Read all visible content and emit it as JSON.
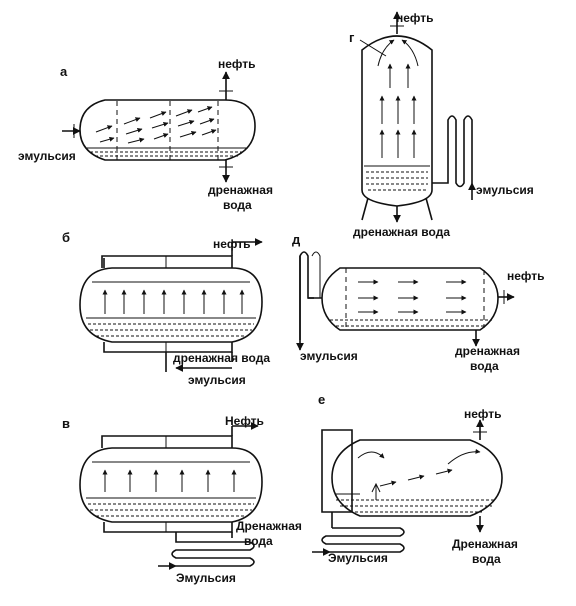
{
  "labels": {
    "a": "а",
    "b": "б",
    "v": "в",
    "g": "г",
    "d": "д",
    "e": "е",
    "a_oil": "нефть",
    "a_emulsion": "эмульсия",
    "a_drain1": "дренажная",
    "a_drain2": "вода",
    "g_oil": "нефть",
    "g_emulsion": "эмульсия",
    "g_drain": "дренажная вода",
    "b_oil": "нефть",
    "b_drain": "дренажная вода",
    "b_emulsion": "эмульсия",
    "d_oil": "нефть",
    "d_emulsion": "эмульсия",
    "d_drain1": "дренажная",
    "d_drain2": "вода",
    "v_oil": "Нефть",
    "v_drain1": "Дренажная",
    "v_drain2": "вода",
    "v_emulsion": "Эмульсия",
    "e_oil": "нефть",
    "e_emulsion": "Эмульсия",
    "e_drain1": "Дренажная",
    "e_drain2": "вода"
  }
}
